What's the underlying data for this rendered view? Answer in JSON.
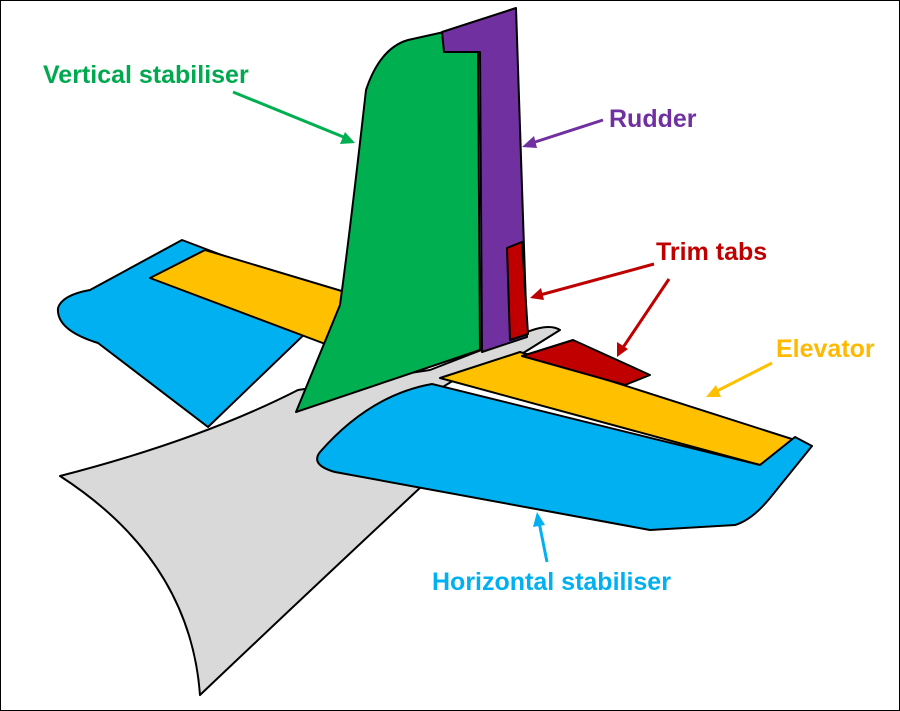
{
  "labels": {
    "vertical_stabiliser": "Vertical stabiliser",
    "rudder": "Rudder",
    "trim_tabs": "Trim tabs",
    "elevator": "Elevator",
    "horizontal_stabiliser": "Horizontal stabiliser"
  },
  "colors": {
    "vertical_stabiliser": "#00b050",
    "vertical_stabiliser_text": "#00a84f",
    "rudder": "#7030a0",
    "trim_tabs": "#c00000",
    "elevator": "#ffc000",
    "elevator_text": "#ffb900",
    "horizontal_stabiliser": "#00b0f0",
    "fuselage": "#d9d9d9",
    "outline": "#000000"
  }
}
